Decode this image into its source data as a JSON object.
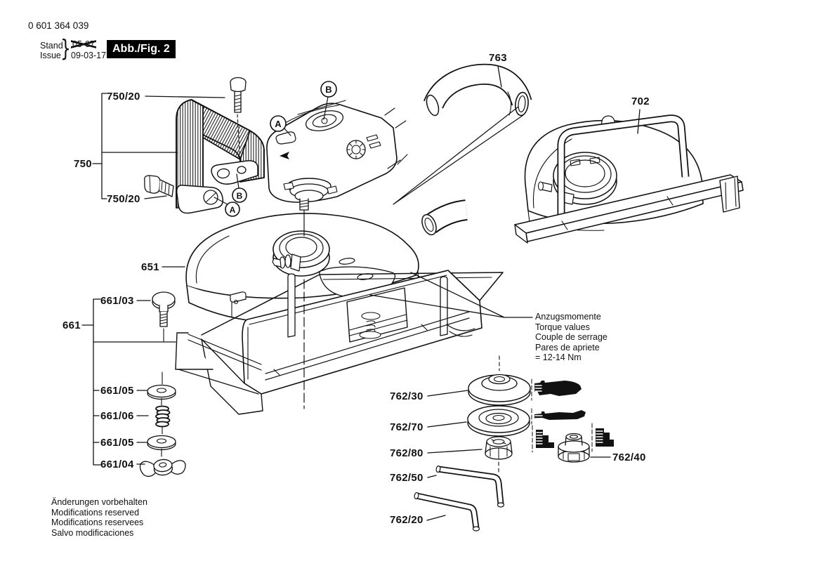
{
  "header": {
    "part_number": "0 601 364 039",
    "stand_label": "Stand",
    "issue_label": "Issue",
    "brace": "}",
    "superseded_date": "05-07",
    "issue_date": "09-03-17",
    "figure_label": "Abb./Fig. 2"
  },
  "markers": {
    "a": "A",
    "b": "B"
  },
  "labels": {
    "handle_bolt_top": "750/20",
    "handle": "750",
    "handle_bolt_bottom": "750/20",
    "hose": "763",
    "cutting_guard": "702",
    "wheel_guard": "651",
    "carriage_bolt": "661/03",
    "guide_base": "661",
    "washer_upper": "661/05",
    "spring": "661/06",
    "washer_lower": "661/05",
    "wing_nut": "661/04",
    "backing_flange": "762/30",
    "clamping_flange": "762/70",
    "clamping_nut": "762/80",
    "hex_key_large": "762/50",
    "hex_key_small": "762/20",
    "quick_clamping_nut": "762/40"
  },
  "torque_note": {
    "lines": [
      "Anzugsmomente",
      "Torque values",
      "Couple de serrage",
      "Pares de apriete",
      "= 12-14 Nm"
    ]
  },
  "footer_note": {
    "lines": [
      "Änderungen vorbehalten",
      "Modifications reserved",
      "Modifications reservees",
      "Salvo modificaciones"
    ]
  }
}
